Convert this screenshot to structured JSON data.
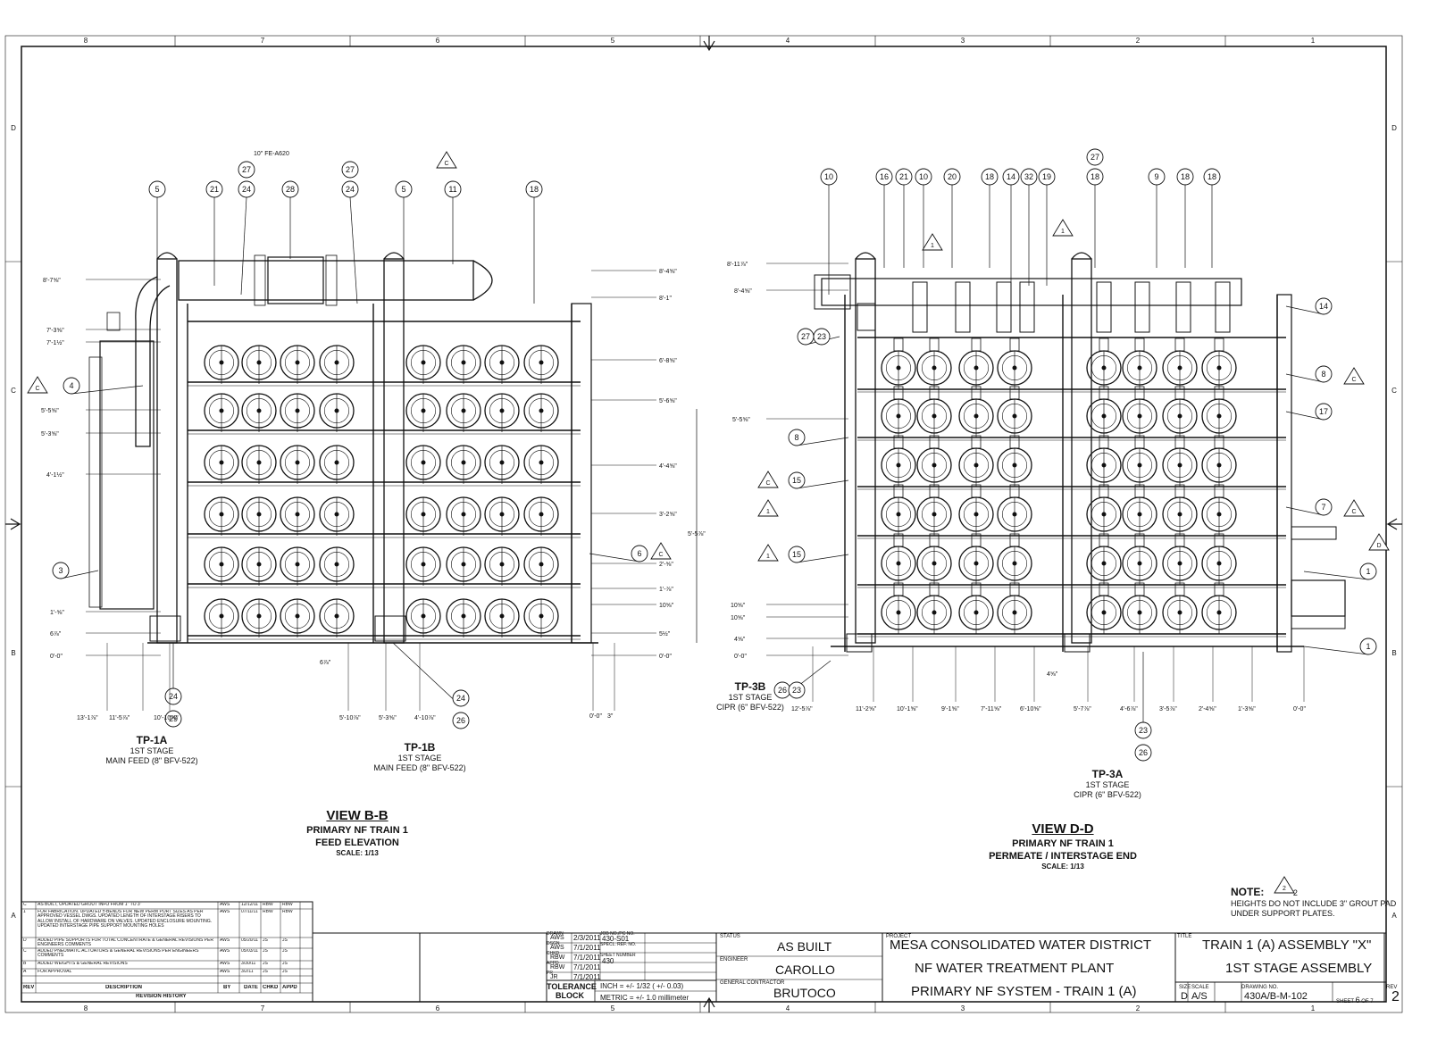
{
  "grid": {
    "columns": [
      "8",
      "7",
      "6",
      "5",
      "4",
      "3",
      "2",
      "1"
    ],
    "rows": [
      "D",
      "C",
      "B",
      "A"
    ]
  },
  "views": [
    {
      "title": "VIEW B-B",
      "line1": "PRIMARY NF TRAIN 1",
      "line2": "FEED ELEVATION",
      "scale": "SCALE: 1/13"
    },
    {
      "title": "VIEW D-D",
      "line1": "PRIMARY NF TRAIN 1",
      "line2": "PERMEATE / INTERSTAGE END",
      "scale": "SCALE: 1/13"
    }
  ],
  "tap_points": [
    {
      "tag": "TP-1A",
      "stage": "1ST STAGE",
      "feed": "MAIN FEED (8\" BFV-522)"
    },
    {
      "tag": "TP-1B",
      "stage": "1ST STAGE",
      "feed": "MAIN FEED (8\" BFV-522)"
    },
    {
      "tag": "TP-3B",
      "stage": "1ST STAGE",
      "feed": "CIPR (6\" BFV-522)"
    },
    {
      "tag": "TP-3A",
      "stage": "1ST STAGE",
      "feed": "CIPR (6\" BFV-522)"
    }
  ],
  "callouts_left": [
    "5",
    "21",
    "27",
    "24",
    "28",
    "27",
    "24",
    "5",
    "11",
    "18",
    "4",
    "3",
    "24",
    "29",
    "24",
    "26",
    "6"
  ],
  "callouts_right": [
    "10",
    "16",
    "21",
    "10",
    "20",
    "18",
    "14",
    "32",
    "19",
    "27",
    "18",
    "9",
    "18",
    "18",
    "14",
    "8",
    "17",
    "7",
    "27",
    "23",
    "8",
    "15",
    "15",
    "26",
    "23",
    "23",
    "26",
    "1",
    "1"
  ],
  "dims_left": [
    "8'-7⅝\"",
    "7'-3⅝\"",
    "7'-1½\"",
    "5'-5⅝\"",
    "5'-3⅝\"",
    "4'-1½\"",
    "1'-⅝\"",
    "6⅞\"",
    "0'-0\"",
    "8'-4⅝\"",
    "8'-1\"",
    "6'-8⅝\"",
    "5'-6⅝\"",
    "4'-4⅝\"",
    "3'-2⅝\"",
    "2'-⅝\"",
    "1'-⅞\"",
    "10⅝\"",
    "5½\"",
    "0'-0\"",
    "5'-5⅞\"",
    "6⅞\"",
    "13'-1⅞\"",
    "11'-5⅞\"",
    "10'-10⅞\"",
    "5'-10⅞\"",
    "5'-3⅝\"",
    "4'-10⅞\"",
    "0'-0\"",
    "3\"",
    "10\" FE-A620"
  ],
  "dims_right": [
    "8'-11⅞\"",
    "8'-4⅝\"",
    "5'-5⅝\"",
    "10⅝\"",
    "10⅝\"",
    "4⅝\"",
    "0'-0\"",
    "12'-5⅞\"",
    "11'-2⅝\"",
    "10'-1⅝\"",
    "9'-1⅝\"",
    "7'-11⅝\"",
    "6'-10⅝\"",
    "5'-7⅞\"",
    "4'-6⅞\"",
    "3'-5⅞\"",
    "2'-4⅝\"",
    "1'-3⅝\"",
    "0'-0\"",
    "4⅝\""
  ],
  "deltas": [
    "C",
    "C",
    "C",
    "1",
    "1",
    "1",
    "1",
    "C",
    "C",
    "C",
    "D",
    "2"
  ],
  "note": {
    "head": "NOTE:",
    "num": "2",
    "text": "HEIGHTS DO NOT INCLUDE 3\" GROUT PAD UNDER SUPPORT PLATES."
  },
  "revisions": [
    {
      "rev": "C",
      "desc": "AS BUILT, UPDATED GROUT INFO FROM 1\" TO 3\"",
      "by": "AWS",
      "date": "12/12/11",
      "chkd": "RBW",
      "appd": "RBW"
    },
    {
      "rev": "1",
      "desc": "FOR FABRICATION. UPDATED ±-BENDS FOR NEW PERM PORT SIZES AS PER APPROVED VESSEL DWGS. UPDATED LENGTH OF INTERSTAGE RISERS TO ALLOW INSTALL OF HARDWARE ON VALVES. UPDATED ENCLOSURE MOUNTING. UPDATED INTERSTAGE PIPE SUPPORT MOUNTING HOLES",
      "by": "AWS",
      "date": "07/11/11",
      "chkd": "RBW",
      "appd": "RBW"
    },
    {
      "rev": "D",
      "desc": "ADDED PIPE SUPPORTS FOR TOTAL CONCENTRATE & GENERAL REVISIONS PER ENGINEERS COMMENTS",
      "by": "AWS",
      "date": "05/20/11",
      "chkd": "JS",
      "appd": "JS"
    },
    {
      "rev": "C",
      "desc": "ADDED PNEUMATIC ACTUATORS & GENERAL REVISIONS PER ENGINEERS COMMENTS",
      "by": "AWS",
      "date": "05/03/11",
      "chkd": "JS",
      "appd": "JS"
    },
    {
      "rev": "B",
      "desc": "ADDED WEIGHTS & GENERAL REVISIONS",
      "by": "AWS",
      "date": "3/30/11",
      "chkd": "JS",
      "appd": "JS"
    },
    {
      "rev": "A",
      "desc": "FOR APPROVAL",
      "by": "AWS",
      "date": "3/2/11",
      "chkd": "JS",
      "appd": "JS"
    }
  ],
  "rev_headers": {
    "rev": "REV",
    "desc": "DESCRIPTION",
    "by": "BY",
    "date": "DATE",
    "chkd": "CHKD",
    "appd": "APPD",
    "history": "REVISION HISTORY"
  },
  "drawn_block": {
    "labels": [
      "DRAWN",
      "DSGN",
      "CHKD",
      "APPD",
      "PR"
    ],
    "values": [
      "AWS",
      "AWS",
      "RBW",
      "RBW",
      "JR"
    ],
    "dates": [
      "2/3/2011",
      "7/1/2011",
      "7/1/2011",
      "7/1/2011",
      "7/1/2011"
    ],
    "job_label": "JOB NO./PC NO.",
    "job": "430-S01",
    "spec_label": "SPECL. REF. NO.",
    "sheet_label": "SHEET NUMBER",
    "sheet": "430"
  },
  "tolerance": {
    "label": "TOLERANCE",
    "label2": "BLOCK",
    "inch": "INCH = +/- 1/32 ( +/- 0.03)",
    "metric": "METRIC = +/- 1.0 millimeter"
  },
  "status": {
    "status_label": "STATUS",
    "status": "AS BUILT",
    "engineer_label": "ENGINEER",
    "engineer": "CAROLLO",
    "contractor_label": "GENERAL CONTRACTOR",
    "contractor": "BRUTOCO"
  },
  "project": {
    "label": "PROJECT",
    "line1": "MESA CONSOLIDATED WATER DISTRICT",
    "line2": "NF WATER TREATMENT PLANT",
    "line3": "PRIMARY NF SYSTEM - TRAIN 1 (A)"
  },
  "title": {
    "label": "TITLE",
    "line1": "TRAIN 1 (A) ASSEMBLY \"X\"",
    "line2": "1ST STAGE ASSEMBLY"
  },
  "bottom": {
    "size_label": "SIZE",
    "size": "D",
    "scale_label": "SCALE",
    "scale": "A/S",
    "dwg_label": "DRAWING NO.",
    "dwg": "430A/B-M-102",
    "sheet_text": "SHEET",
    "sheet_of": "6",
    "of": "OF",
    "total": "7",
    "rev_label": "REV",
    "rev": "2"
  }
}
